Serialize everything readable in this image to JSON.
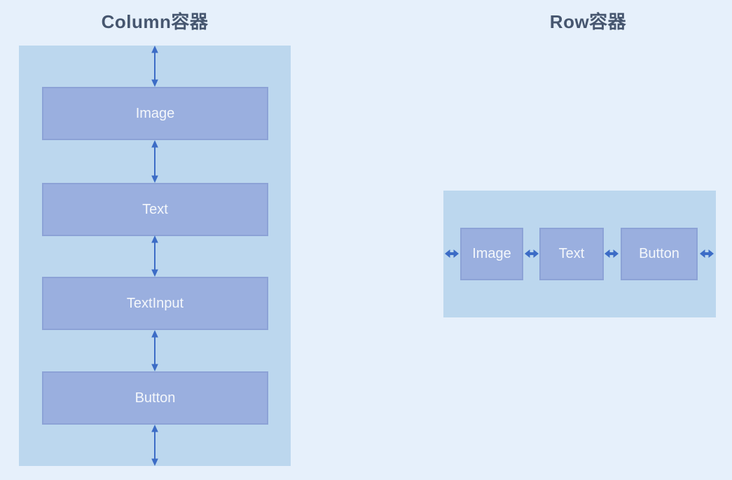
{
  "colors": {
    "page_background": "#E6F0FB",
    "container_fill": "#BCD7EE",
    "box_fill": "#9AAFDF",
    "box_border": "#8CA2D6",
    "arrow": "#3C6CC6",
    "title_text": "#46566F",
    "box_label_text": "#F4F7FB"
  },
  "column_section": {
    "title": "Column容器",
    "boxes": [
      {
        "label": "Image"
      },
      {
        "label": "Text"
      },
      {
        "label": "TextInput"
      },
      {
        "label": "Button"
      }
    ]
  },
  "row_section": {
    "title": "Row容器",
    "boxes": [
      {
        "label": "Image"
      },
      {
        "label": "Text"
      },
      {
        "label": "Button"
      }
    ]
  },
  "icons": {
    "vertical_arrow": "double-headed vertical arrow indicating vertical spacing along main axis",
    "horizontal_arrow": "double-headed horizontal arrow indicating horizontal spacing along main axis"
  }
}
